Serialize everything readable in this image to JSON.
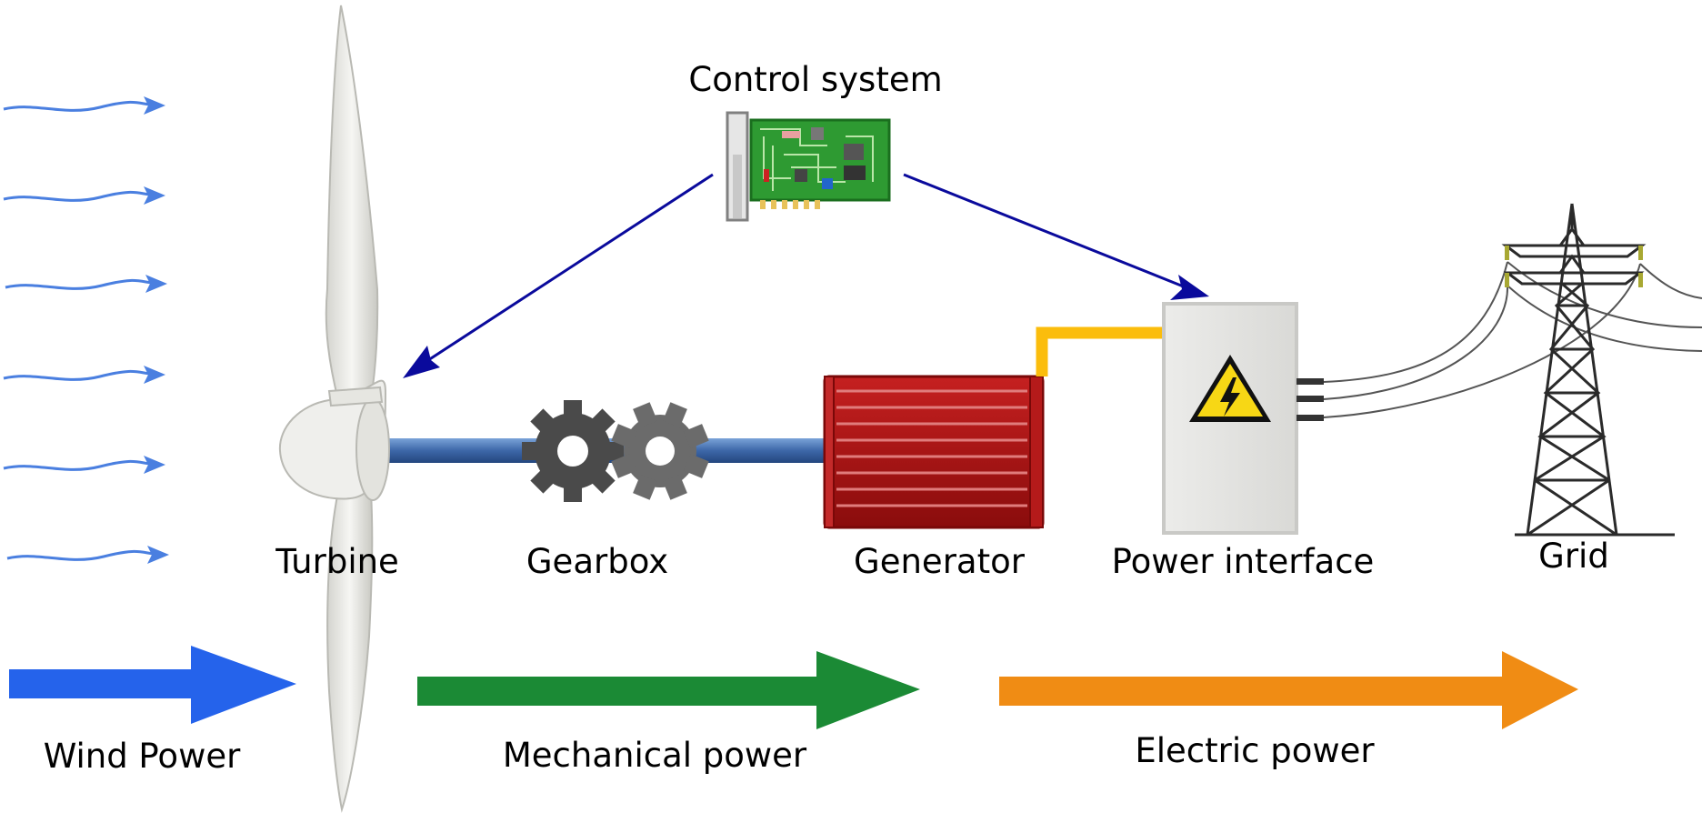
{
  "labels": {
    "control_system": "Control system",
    "turbine": "Turbine",
    "gearbox": "Gearbox",
    "generator": "Generator",
    "power_interface": "Power interface",
    "grid": "Grid",
    "wind_power": "Wind Power",
    "mechanical_power": "Mechanical power",
    "electric_power": "Electric power"
  },
  "colors": {
    "wind_arrow": "#2563eb",
    "wind_stream": "#4a7fe0",
    "mechanical_arrow": "#1b8a35",
    "electric_arrow": "#f08c14",
    "control_arrow": "#0a0a9c",
    "shaft": "#4a74b0",
    "generator": "#a81414",
    "cable": "#fbbd0c"
  },
  "icons": {
    "turbine": "wind-turbine-icon",
    "gearbox": "gear-icon",
    "generator": "generator-icon",
    "control": "circuit-board-icon",
    "power_interface": "high-voltage-warning-icon",
    "grid": "power-pylon-icon"
  }
}
